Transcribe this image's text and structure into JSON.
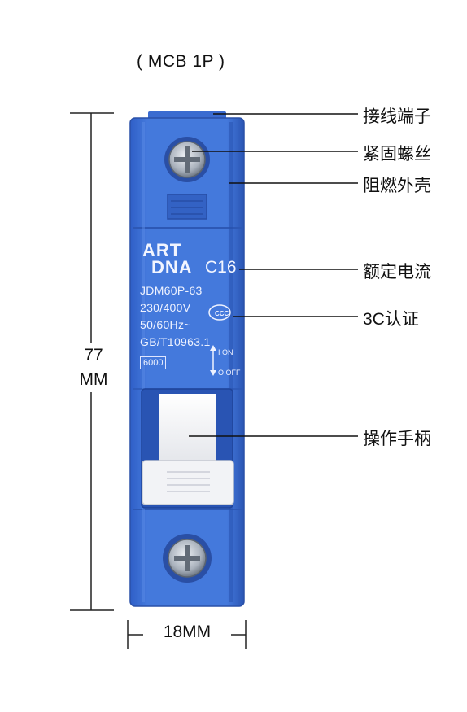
{
  "product": {
    "title": "( MCB 1P )",
    "brand_top": "ART",
    "brand_bottom": "DNA",
    "rating": "C16",
    "specs": [
      "JDM60P-63",
      "230/400V",
      "50/60Hz~",
      "GB/T10963.1"
    ],
    "breaking_capacity": "6000",
    "on_label": "I  ON",
    "off_label": "O OFF",
    "cert_mark": "CCC"
  },
  "dimensions": {
    "height_value": "77",
    "height_unit": "MM",
    "width": "18MM"
  },
  "callouts": [
    "接线端子",
    "紧固螺丝",
    "阻燃外壳",
    "额定电流",
    "3C认证",
    "操作手柄"
  ],
  "colors": {
    "housing": "#3d6fd4",
    "housing_dark": "#2f59b8",
    "handle": "#f4f5f7",
    "screw": "#b9c0c9"
  }
}
